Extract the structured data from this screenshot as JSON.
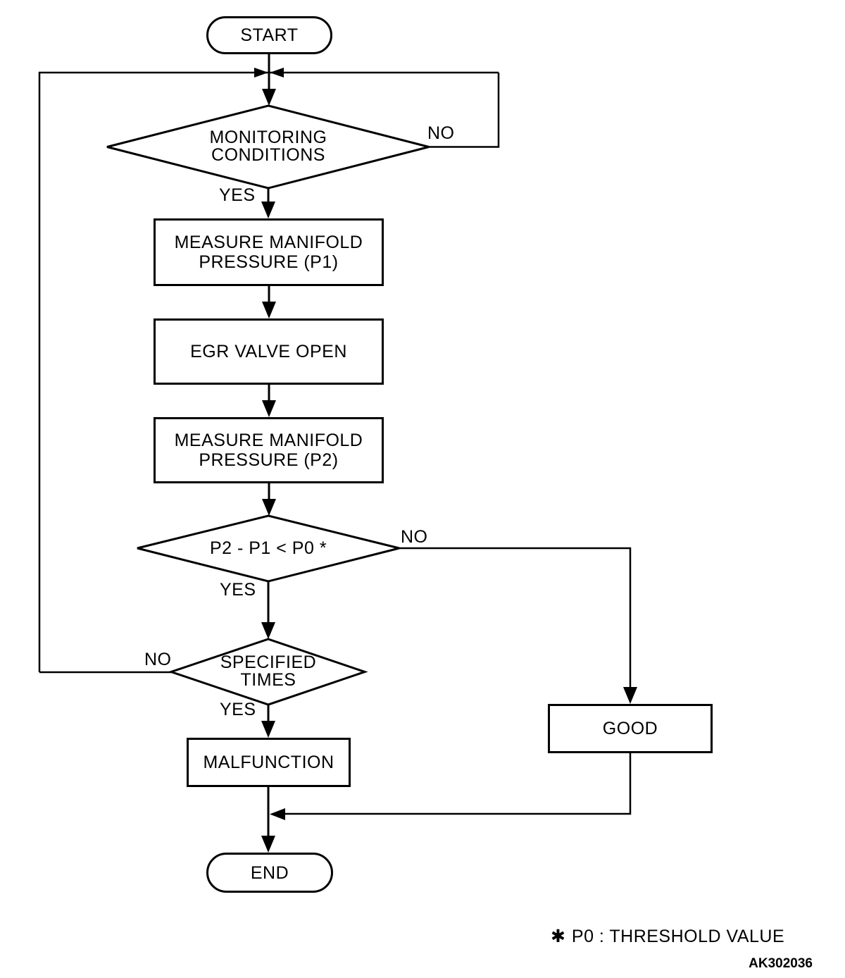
{
  "diagram": {
    "type": "flowchart",
    "nodes": {
      "start": {
        "label": "START",
        "shape": "terminator"
      },
      "monitoring": {
        "label": "MONITORING\nCONDITIONS",
        "shape": "decision"
      },
      "measure_p1": {
        "label": "MEASURE MANIFOLD\nPRESSURE (P1)",
        "shape": "process"
      },
      "egr_valve": {
        "label": "EGR VALVE OPEN",
        "shape": "process"
      },
      "measure_p2": {
        "label": "MEASURE MANIFOLD\nPRESSURE (P2)",
        "shape": "process"
      },
      "compare": {
        "label": "P2 - P1 < P0 *",
        "shape": "decision"
      },
      "specified_times": {
        "label": "SPECIFIED\nTIMES",
        "shape": "decision"
      },
      "malfunction": {
        "label": "MALFUNCTION",
        "shape": "process"
      },
      "good": {
        "label": "GOOD",
        "shape": "process"
      },
      "end": {
        "label": "END",
        "shape": "terminator"
      }
    },
    "edge_labels": {
      "monitoring_no": "NO",
      "monitoring_yes": "YES",
      "compare_no": "NO",
      "compare_yes": "YES",
      "specified_no": "NO",
      "specified_yes": "YES"
    },
    "footnote_marker": "✱",
    "footnote_text": "P0 : THRESHOLD VALUE",
    "figure_code": "AK302036",
    "colors": {
      "line": "#000000",
      "background": "#ffffff"
    }
  }
}
